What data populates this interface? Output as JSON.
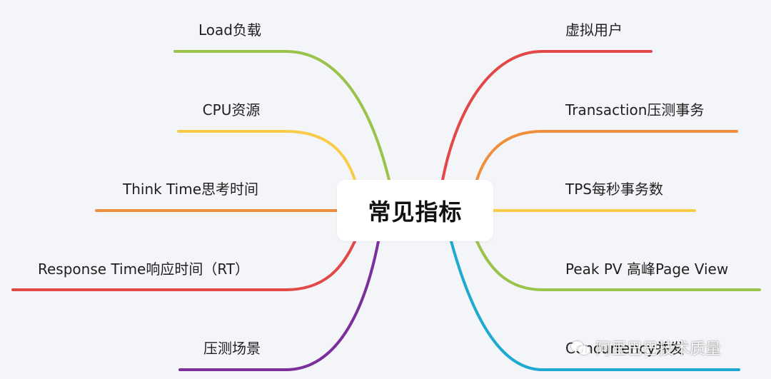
{
  "center": {
    "label": "常见指标"
  },
  "left_branches": [
    {
      "label": "Load负载",
      "color": "#9bc24a"
    },
    {
      "label": "CPU资源",
      "color": "#f8cc4a"
    },
    {
      "label": "Think Time思考时间",
      "color": "#ef8f3e"
    },
    {
      "label": "Response Time响应时间（RT）",
      "color": "#e34848"
    },
    {
      "label": "压测场景",
      "color": "#7b2f9a"
    }
  ],
  "right_branches": [
    {
      "label": "虚拟用户",
      "color": "#e34848"
    },
    {
      "label": "Transaction压测事务",
      "color": "#ef8f3e"
    },
    {
      "label": "TPS每秒事务数",
      "color": "#f8cc4a"
    },
    {
      "label": "Peak PV 高峰Page View",
      "color": "#9bc24a"
    },
    {
      "label": "Concurrency并发",
      "color": "#1ea9d0"
    }
  ],
  "watermark": {
    "text": "阿里巴巴技术质量",
    "icon": "wechat-icon"
  }
}
